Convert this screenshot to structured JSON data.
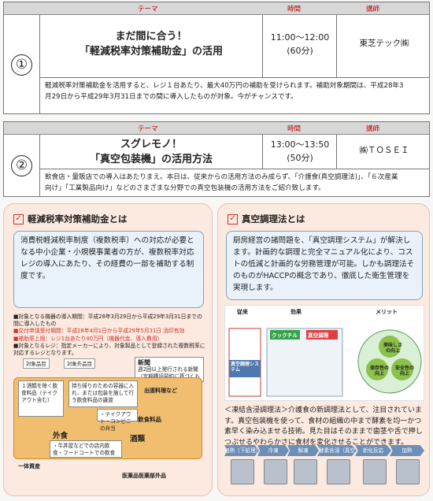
{
  "headers": {
    "theme": "テーマ",
    "time": "時間",
    "instructor": "講師"
  },
  "sessions": [
    {
      "number": "①",
      "title_line1": "まだ間に合う！",
      "title_line2": "「軽減税率対策補助金」の活用",
      "time": "11:00〜12:00",
      "duration": "(60分)",
      "instructor": "東芝テック㈱",
      "desc_line1": "軽減税率対策補助金を活用すると、レジ１台あたり、最大40万円の補助を受けられます。補助対象期間は、平成28年3",
      "desc_line2": "月29日から平成29年3月31日までの間に導入したものが対象。今がチャンスです。"
    },
    {
      "number": "②",
      "title_line1": "スグレモノ！",
      "title_line2": "「真空包装機」の活用方法",
      "time": "13:00〜13:50",
      "duration": "(50分)",
      "instructor": "㈱ＴＯＳＥＩ",
      "desc_line1": "飲食店・量販店での導入はあたりまえ。本日は、従来からの活用方法のみ成らず、「介護食(真空調理法)」、「６次産業",
      "desc_line2": "向け」「工業製品向け」などのさまざまな分野での真空包装機の活用方法をご紹介致します。"
    }
  ],
  "left_panel": {
    "title": "軽減税率対策補助金とは",
    "intro": "消費税軽減税率制度（複数税率）への対応が必要となる中小企業・小規模事業者の方が、複数税率対応レジの導入にあたり、その経費の一部を補助する制度です。",
    "bullets": [
      "■対象となる機器の導入期間：平成28年3月29日から平成29年3月31日までの間に導入したもの",
      "■交付申請受付期間：平成28年4月1日から平成29年5月31日 消印有効",
      "■補助率上限：レジ1台あたり40万円（機器代金、導入費用）",
      "■対象となるレジ：指定メーカーにより、対象製品として登録された複数税率に対応するレジとなります。"
    ],
    "diagram": {
      "tag_a": "対象品目",
      "tag_b": "対象外品目",
      "news": "新聞",
      "news_sub": "週2回以上発行される新聞（定期購読契約に基づくもの）",
      "card_a": "１酒類を除く飲食料品（テイクアウト含む）",
      "card_b": "持ち帰りのための容器に入れ、または包装を施して行う飲食料品の譲渡",
      "card_c": "・テイクアウト・コンビニの弁当",
      "label_gaishoku": "外食",
      "card_gaishoku": "・牛丼屋などでの店内飲食・フードコートでの飲食",
      "label_sake": "酒類",
      "label_iyaku": "医薬品医薬部外品",
      "label_ittai": "一体資産",
      "label_delivery": "出張料理など",
      "label_inshoku": "飲食料品"
    }
  },
  "right_panel": {
    "title": "真空調理法とは",
    "intro": "厨房経営の諸問題を、「真空調理システム」が解決します。計画的な調理と完全マニュアル化により、コストの低減と計画的な労務管理が可能。しかも調理法そのものがHACCPの概念であり、徹底した衛生管理を実現します。",
    "diagram": {
      "col1": "従来",
      "col2": "効果",
      "col3": "メリット",
      "box_left": "真空調理システム",
      "cook": "クックチル",
      "vac": "真空調理",
      "benefit1": "美味しさの向上",
      "benefit2": "保存性の向上",
      "benefit3": "安全性の向上"
    },
    "footer": "＜凍結含浸調理法＞介護食の新調理法として、注目されています。真空包装機を使って、食材の組織の中まで酵素を均一かつ素早く染み込ませる技術。見た目はそのままで歯茎や舌で押しつぶせるやわらかさに食材を変化させることができます。",
    "flow": [
      "加熱（下処理）",
      "冷凍",
      "解凍",
      "酵素含浸（真空包装）",
      "新化反応",
      "加熱"
    ]
  }
}
